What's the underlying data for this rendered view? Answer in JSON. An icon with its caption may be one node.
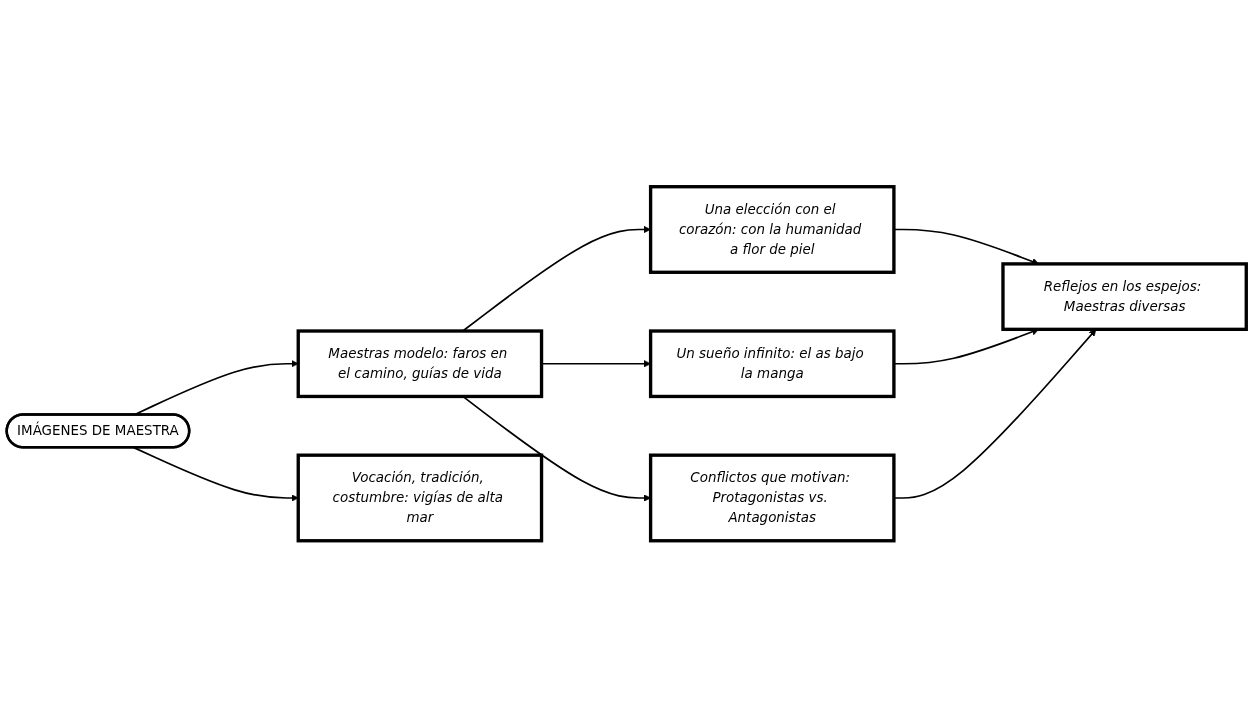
{
  "diagram": {
    "nodes": [
      {
        "text": [
          "IMÁGENES DE MAESTRA"
        ]
      },
      {
        "text": [
          "Maestras modelo: faros en el camino, guías de vida"
        ]
      },
      {
        "text": [
          "Una elección con el corazón: con la humanidad a flor de piel"
        ]
      },
      {
        "text": [
          "Un sueño infinito: el as bajo la manga"
        ]
      },
      {
        "text": [
          "Conflictos que motivan: Protagonistas vs. Antagonistas"
        ]
      },
      {
        "text": [
          "Reflejos en los espejos: Maestras diversas"
        ]
      },
      {
        "text": [
          "Vocación, tradición, costumbre: vigías de alta mar"
        ]
      }
    ],
    "edges": [
      {
        "from": 0,
        "to": 1,
        "arrow": "to"
      },
      {
        "from": 1,
        "to": 2,
        "arrow": "to"
      },
      {
        "from": 1,
        "to": 3,
        "arrow": "to"
      },
      {
        "from": 1,
        "to": 4,
        "arrow": "to"
      },
      {
        "from": 2,
        "to": 5,
        "arrow": "to"
      },
      {
        "from": 3,
        "to": 5,
        "arrow": "to"
      },
      {
        "from": 4,
        "to": 5,
        "arrow": "to"
      },
      {
        "from": 0,
        "to": 6,
        "arrow": "to"
      }
    ]
  }
}
